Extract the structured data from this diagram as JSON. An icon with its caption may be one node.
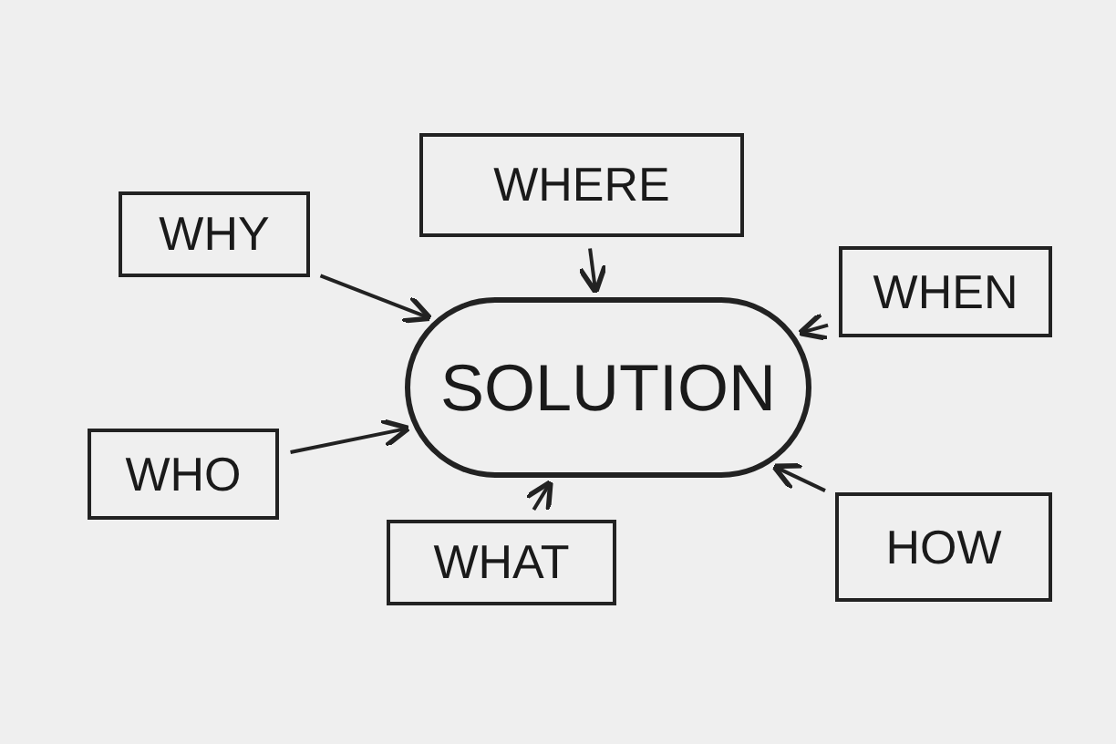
{
  "diagram": {
    "nodes": [
      {
        "text": [
          "WHY"
        ]
      },
      {
        "text": [
          "WHERE"
        ]
      },
      {
        "text": [
          "WHEN"
        ]
      },
      {
        "text": [
          "SOLUTION"
        ]
      },
      {
        "text": [
          "WHO"
        ]
      },
      {
        "text": [
          "WHAT"
        ]
      },
      {
        "text": [
          "HOW"
        ]
      }
    ],
    "edges": [
      {
        "from": 0,
        "to": 3,
        "arrow": "to"
      },
      {
        "from": 1,
        "to": 3,
        "arrow": "to"
      },
      {
        "from": 2,
        "to": 3,
        "arrow": "to"
      },
      {
        "from": 4,
        "to": 3,
        "arrow": "to"
      },
      {
        "from": 5,
        "to": 3,
        "arrow": "to"
      },
      {
        "from": 6,
        "to": 3,
        "arrow": "to"
      }
    ]
  }
}
